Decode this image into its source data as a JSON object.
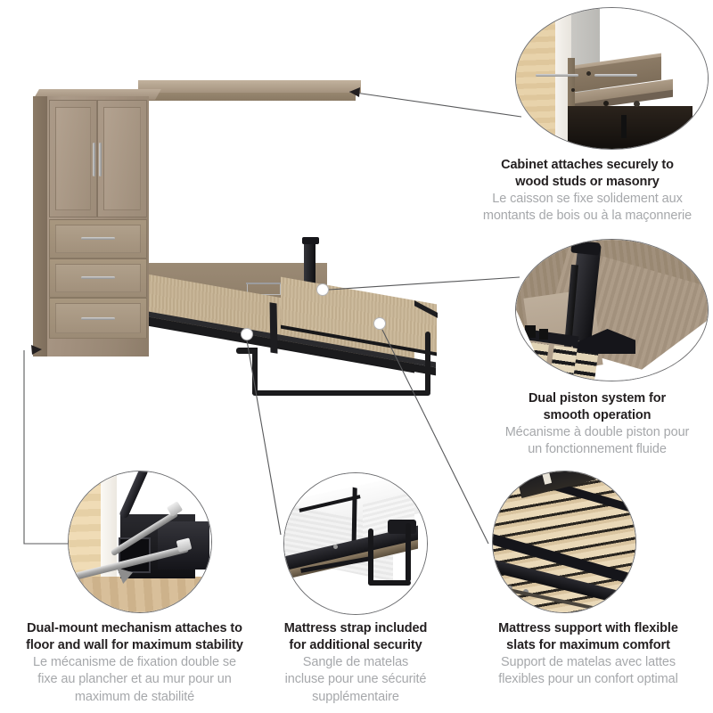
{
  "page": {
    "background": "#ffffff",
    "text_color_primary": "#231f20",
    "text_color_secondary": "#a6a8ab",
    "line_color": "#58595b"
  },
  "product": {
    "name": "queen-murphy-bed-with-storage-cabinet",
    "finish_color": "#a3917f",
    "frame_color": "#1b1b1d",
    "slat_color": "#c4b293",
    "parts": [
      {
        "name": "storage-cabinet",
        "doors": 2,
        "drawers": 3
      },
      {
        "name": "murphy-bed-cabinet",
        "state": "open"
      },
      {
        "name": "bed-platform",
        "state": "folded-down"
      }
    ]
  },
  "features": [
    {
      "id": "cabinet-wall-attachment",
      "title_en": "Cabinet attaches securely to\nwood studs or masonry",
      "title_en_line1": "Cabinet attaches securely to",
      "title_en_line2": "wood studs or masonry",
      "title_fr_line1": "Le caisson se fixe solidement aux",
      "title_fr_line2": "montants de bois ou à la maçonnerie",
      "inset": "cabinet-wall-screws-photo"
    },
    {
      "id": "dual-piston",
      "title_en_line1": "Dual piston system for",
      "title_en_line2": "smooth operation",
      "title_fr_line1": "Mécanisme à double piston pour",
      "title_fr_line2": "un fonctionnement fluide",
      "inset": "dual-piston-photo"
    },
    {
      "id": "dual-mount-mechanism",
      "title_en_line1": "Dual-mount mechanism attaches to",
      "title_en_line2": "floor and wall for maximum stability",
      "title_fr_line1": "Le mécanisme de fixation double se",
      "title_fr_line2": "fixe au plancher et au mur pour un",
      "title_fr_line3": "maximum de stabilité",
      "inset": "dual-mount-screws-photo"
    },
    {
      "id": "mattress-strap",
      "title_en_line1": "Mattress strap included",
      "title_en_line2": "for additional security",
      "title_fr_line1": "Sangle de matelas",
      "title_fr_line2": "incluse pour une sécurité",
      "title_fr_line3": "supplémentaire",
      "inset": "mattress-strap-photo"
    },
    {
      "id": "flexible-slats",
      "title_en_line1": "Mattress support with flexible",
      "title_en_line2": "slats for maximum comfort",
      "title_fr_line1": "Support de matelas avec lattes",
      "title_fr_line2": "flexibles pour un confort optimal",
      "inset": "flexible-slats-photo"
    }
  ]
}
